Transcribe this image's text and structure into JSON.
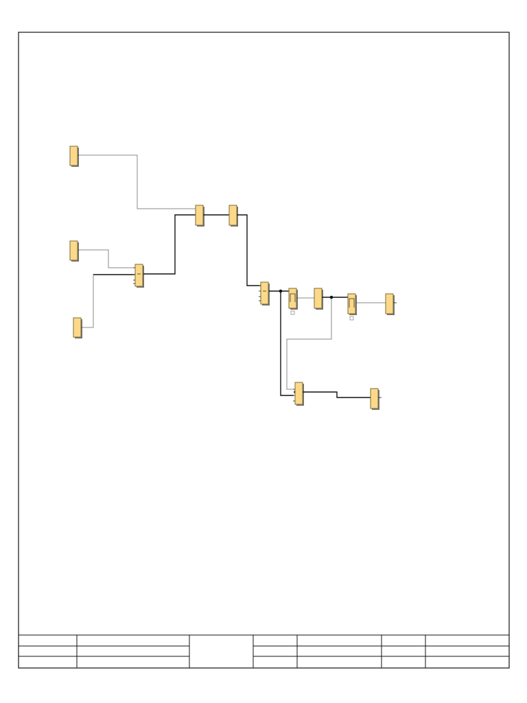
{
  "sheet": {
    "title_block": {
      "rows": [
        [
          "",
          "",
          "",
          "",
          "",
          ""
        ],
        [
          "",
          "",
          "",
          "",
          "",
          ""
        ],
        [
          "",
          "",
          "",
          "",
          "",
          ""
        ]
      ]
    }
  },
  "colors": {
    "block_fill": "#fbd989",
    "block_border": "#7a6a3a",
    "wire": "#111111",
    "wire_gray": "#8a8a8a",
    "frame": "#111111"
  },
  "diagram": {
    "blocks": [
      "input-block-1",
      "input-block-2",
      "input-block-3",
      "logic-gate-1",
      "function-block-1",
      "function-block-2",
      "logic-gate-2",
      "timer-block-1",
      "function-block-3",
      "timer-block-2",
      "output-block-1",
      "logic-gate-3",
      "output-block-2"
    ]
  }
}
